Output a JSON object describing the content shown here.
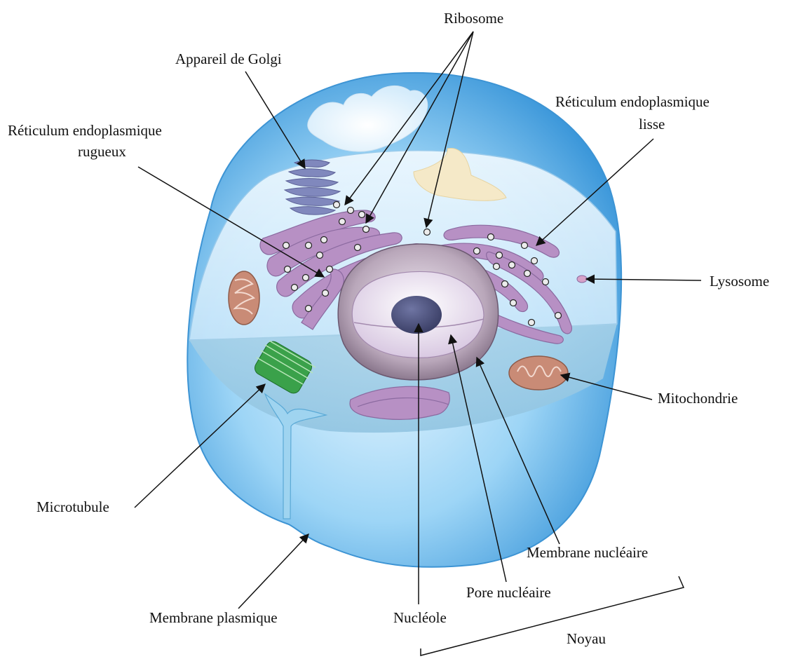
{
  "labels": {
    "ribosome": "Ribosome",
    "golgi": "Appareil de Golgi",
    "rer_line1": "Réticulum endoplasmique",
    "rer_line2": "rugueux",
    "ser_line1": "Réticulum endoplasmique",
    "ser_line2": "lisse",
    "lysosome": "Lysosome",
    "mitochondrie": "Mitochondrie",
    "microtubule": "Microtubule",
    "membrane_nucleaire": "Membrane nucléaire",
    "pore_nucleaire": "Pore nucléaire",
    "membrane_plasmique": "Membrane plasmique",
    "nucleole": "Nucléole",
    "noyau": "Noyau"
  },
  "colors": {
    "cytoplasm": "#5ab4ec",
    "cell_highlight": "#e6f6ff",
    "er": "#b58fc2",
    "golgi": "#7e83b8",
    "mitochondria": "#c48470",
    "microtubule": "#2f9a3a",
    "nucleus": "#b8a7b9",
    "nucleolus": "#4a4f78",
    "vacuole": "#f4e7c4"
  }
}
